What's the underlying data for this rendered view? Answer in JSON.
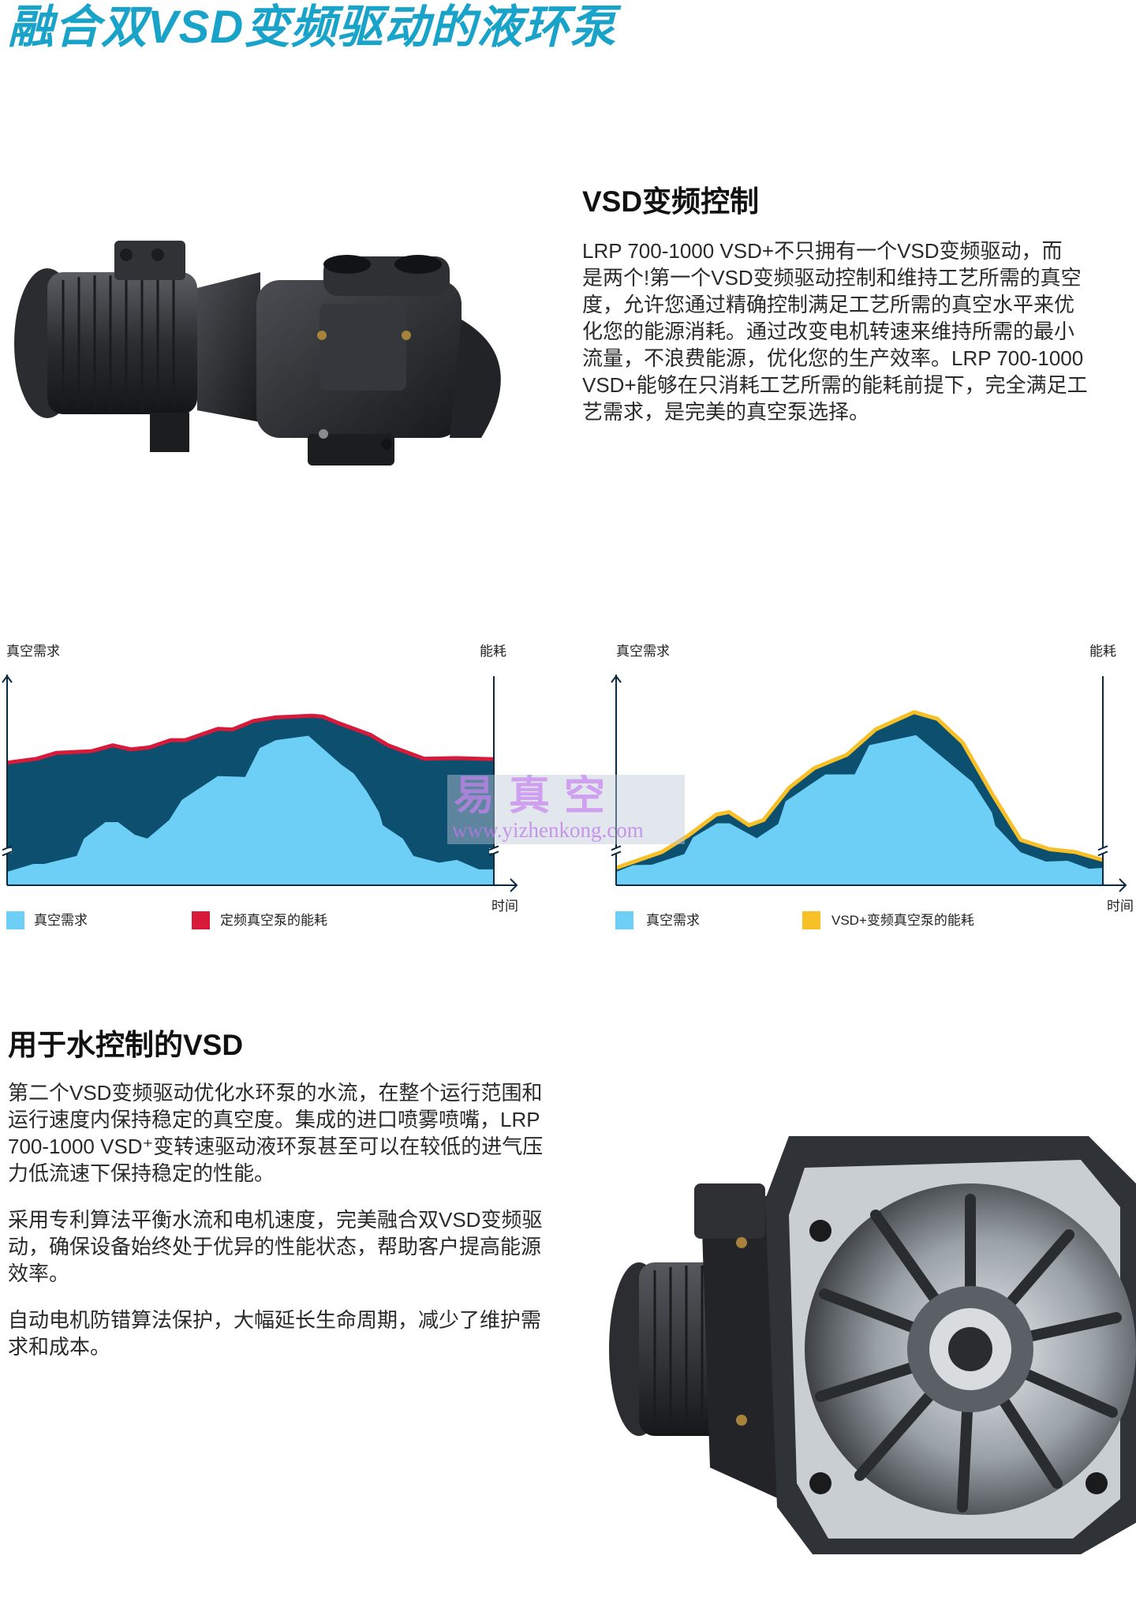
{
  "page_title": "融合双VSD变频驱动的液环泵",
  "section1": {
    "heading": "VSD变频控制",
    "lines": [
      "LRP 700-1000 VSD+不只拥有一个VSD变频驱动，而",
      "是两个!第一个VSD变频驱动控制和维持工艺所需的真空",
      "度，允许您通过精确控制满足工艺所需的真空水平来优",
      "化您的能源消耗。通过改变电机转速来维持所需的最小",
      "流量，不浪费能源，优化您的生产效率。LRP 700-1000",
      "VSD+能够在只消耗工艺所需的能耗前提下，完全满足工",
      "艺需求，是完美的真空泵选择。"
    ]
  },
  "section2": {
    "heading": "用于水控制的VSD",
    "paragraphs": [
      [
        "第二个VSD变频驱动优化水环泵的水流，在整个运行范围和",
        "运行速度内保持稳定的真空度。集成的进口喷雾喷嘴，LRP",
        "700-1000 VSD⁺变转速驱动液环泵甚至可以在较低的进气压",
        "力低流速下保持稳定的性能。"
      ],
      [
        "采用专利算法平衡水流和电机速度，完美融合双VSD变频驱",
        "动，确保设备始终处于优异的性能状态，帮助客户提高能源",
        "效率。"
      ],
      [
        "自动电机防错算法保护，大幅延长生命周期，减少了维护需",
        "求和成本。"
      ]
    ]
  },
  "watermark": {
    "cn": "易真空",
    "url": "www.yizhenkong.com"
  },
  "colors": {
    "title": "#1aa3c9",
    "demand": "#6dcff6",
    "energy_area": "#0d4f6f",
    "fixed_speed": "#d7193a",
    "vsd": "#f6c026",
    "axis": "#0b2a40"
  },
  "chart_data": [
    {
      "type": "area",
      "title": "",
      "ylabel_left": "真空需求",
      "ylabel_right": "能耗",
      "xlabel": "时间",
      "xlim": [
        0,
        100
      ],
      "ylim": [
        0,
        100
      ],
      "grid": false,
      "legend_placement": "bottom",
      "legend": [
        "真空需求",
        "定频真空泵的能耗"
      ],
      "series": [
        {
          "name": "真空需求",
          "color": "#6dcff6",
          "x": [
            0,
            5.4,
            7.6,
            14.3,
            15.8,
            20.2,
            22.8,
            26.2,
            28.8,
            33.3,
            35.9,
            43.3,
            48.9,
            51.9,
            55.2,
            61.9,
            68.6,
            71.2,
            73.8,
            76.4,
            77.2,
            81.3,
            83.5,
            88.7,
            92.4,
            96.9,
            100
          ],
          "y": [
            6.4,
            10.2,
            10.2,
            14,
            22.3,
            30.2,
            30.2,
            24.2,
            22.3,
            31.2,
            40.8,
            52.2,
            51.8,
            65.6,
            69.4,
            71.5,
            57.8,
            53.5,
            45.2,
            35,
            28.7,
            22.3,
            14,
            10.8,
            12.1,
            7.6,
            7.6
          ]
        },
        {
          "name": "定频真空泵的能耗",
          "color": "#d7193a",
          "x": [
            0,
            6.1,
            10.1,
            17.3,
            21.7,
            25.4,
            29.2,
            33.6,
            36.6,
            43.3,
            46.3,
            50.7,
            55.2,
            62.6,
            64.9,
            67.9,
            74.6,
            78.3,
            85.7,
            92.4,
            100
          ],
          "y": [
            58.6,
            60.5,
            63.3,
            64.1,
            66.9,
            65,
            65.9,
            69.4,
            69.4,
            74.8,
            74.5,
            78.6,
            80.3,
            81.1,
            80.6,
            77.7,
            72,
            66.9,
            60.5,
            60.8,
            60.3
          ]
        }
      ]
    },
    {
      "type": "area",
      "title": "",
      "ylabel_left": "真空需求",
      "ylabel_right": "能耗",
      "xlabel": "时间",
      "xlim": [
        0,
        100
      ],
      "ylim": [
        0,
        100
      ],
      "grid": false,
      "legend_placement": "bottom",
      "legend": [
        "真空需求",
        "VSD+变频真空泵的能耗"
      ],
      "series": [
        {
          "name": "真空需求",
          "color": "#6dcff6",
          "x": [
            0,
            3.5,
            7.3,
            14,
            15.8,
            20.7,
            23.3,
            28.9,
            33.3,
            34.8,
            43,
            49,
            52,
            61.6,
            73.2,
            77.2,
            77.9,
            83.1,
            88.3,
            92.8,
            97.2,
            100
          ],
          "y": [
            6.4,
            9.6,
            9.8,
            14.9,
            22.9,
            29.6,
            29.6,
            22.5,
            29.3,
            40.1,
            53,
            53,
            67,
            71.8,
            49.4,
            34.8,
            28.5,
            15.8,
            11.3,
            11.7,
            7.9,
            8.3
          ]
        },
        {
          "name": "VSD+变频真空泵的能耗",
          "color": "#f6c026",
          "x": [
            0,
            9.4,
            14.7,
            20.6,
            23.2,
            27.3,
            30.3,
            35.5,
            40.7,
            47.4,
            53.3,
            61.2,
            66,
            71.2,
            77.2,
            83.1,
            89.1,
            94.3,
            100
          ],
          "y": [
            8.3,
            15.9,
            23.6,
            33.8,
            35,
            28.7,
            31.2,
            46.5,
            56,
            62.4,
            74.5,
            82.8,
            79.6,
            68.2,
            43.9,
            21.7,
            17.2,
            15.9,
            12.1
          ]
        }
      ]
    }
  ]
}
